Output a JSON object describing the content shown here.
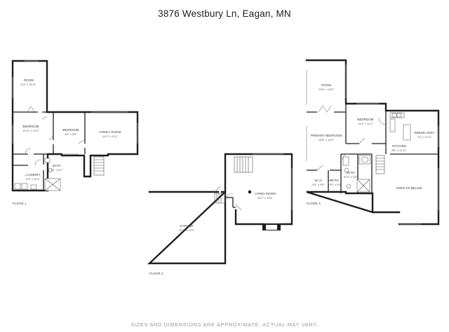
{
  "title": "3876 Westbury Ln, Eagan, MN",
  "footer": "SIZES AND DIMENSIONS ARE APPROXIMATE, ACTUAL MAY VARY.",
  "floors": [
    {
      "label": "FLOOR 1",
      "rooms": [
        {
          "name": "ROOM",
          "dims": "8'4\" x 13'11\""
        },
        {
          "name": "BEDROOM",
          "dims": "10'11\" x 11'9\""
        },
        {
          "name": "BEDROOM",
          "dims": "8'4\" x 8'5\""
        },
        {
          "name": "FAMILY ROOM",
          "dims": "14'2\" x 11'4\""
        },
        {
          "name": "BATH",
          "dims": "4'1\" x 8'1\""
        },
        {
          "name": "LAUNDRY",
          "dims": "8'3\" x 10'3\""
        }
      ]
    },
    {
      "label": "FLOOR 2",
      "rooms": [
        {
          "name": "LIVING ROOM",
          "dims": "18'7\" x 19'4\""
        },
        {
          "name": "GARAGE",
          "dims": "20'8\" x 19'9\""
        }
      ]
    },
    {
      "label": "FLOOR 3",
      "rooms": [
        {
          "name": "ROOM",
          "dims": "10'5\" x 14'3\""
        },
        {
          "name": "BEDROOM",
          "dims": "11'3\" x 11'1\""
        },
        {
          "name": "DINING AREA",
          "dims": "7'5\" x 11'11\""
        },
        {
          "name": "PRIMARY BEDROOM",
          "dims": "18'6\" x 14'5\""
        },
        {
          "name": "KITCHEN",
          "dims": "8'5\" x 11'11\""
        },
        {
          "name": "BATH",
          "dims": "8'10\" x 5'4\""
        },
        {
          "name": "W.I.C",
          "dims": "5'4\" x 5'8\""
        },
        {
          "name": "BATH",
          "dims": "5'10\" x 5'4\""
        },
        {
          "name": "OPEN TO BELOW",
          "dims": ""
        }
      ]
    }
  ]
}
